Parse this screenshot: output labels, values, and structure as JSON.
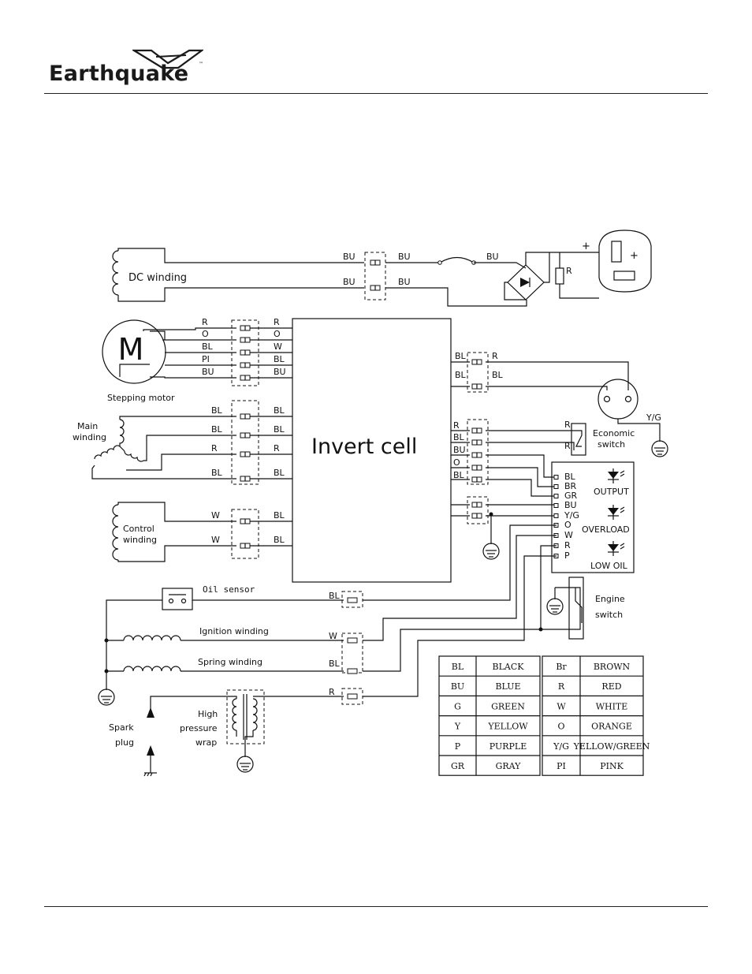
{
  "brand": {
    "name": "Earthquake",
    "tm": "™"
  },
  "components": {
    "dc_winding": "DC winding",
    "stepping_motor": "Stepping motor",
    "motor_letter": "M",
    "main_winding": [
      "Main",
      "winding"
    ],
    "control_winding": [
      "Control",
      "winding"
    ],
    "invert_cell": "Invert   cell",
    "economic_switch": [
      "Economic",
      "switch"
    ],
    "oil_sensor": "Oil sensor",
    "ignition_winding": "Ignition  winding",
    "spring_winding": "Spring  winding",
    "spark_plug": [
      "Spark",
      "plug"
    ],
    "high_pressure_wrap": [
      "High",
      "pressure",
      "wrap"
    ],
    "engine_switch": [
      "Engine",
      "switch"
    ],
    "output": "OUTPUT",
    "overload": "OVERLOAD",
    "low_oil": "LOW OIL",
    "resistor": "R",
    "yg": "Y/G",
    "plus": "+",
    "minus_plus": "+"
  },
  "wires": {
    "dc_top": [
      "BU",
      "BU",
      "BU"
    ],
    "dc_bottom": [
      "BU",
      "BU"
    ],
    "motor_left": [
      "R",
      "O",
      "BL",
      "PI",
      "BU"
    ],
    "motor_right": [
      "R",
      "O",
      "W",
      "BL",
      "BU"
    ],
    "main_left": [
      "BL",
      "BL",
      "R",
      "BL"
    ],
    "main_right": [
      "BL",
      "BL",
      "R",
      "BL"
    ],
    "control_left": [
      "W",
      "W"
    ],
    "control_right": [
      "BL",
      "BL"
    ],
    "outlet_left": [
      "BL",
      "BL"
    ],
    "outlet_right": [
      "R",
      "BL"
    ],
    "right_group": [
      "R",
      "BL",
      "BU",
      "O",
      "BL"
    ],
    "econ_pins": [
      "R",
      "R"
    ],
    "panel_pins": [
      "BL",
      "BR",
      "GR",
      "BU",
      "Y/G",
      "O",
      "W",
      "R",
      "P"
    ],
    "oil": "BL",
    "ignition": "W",
    "spring": "BL",
    "spark": "R"
  },
  "legend": [
    [
      "BL",
      "BLACK",
      "Br",
      "BROWN"
    ],
    [
      "BU",
      "BLUE",
      "R",
      "RED"
    ],
    [
      "G",
      "GREEN",
      "W",
      "WHITE"
    ],
    [
      "Y",
      "YELLOW",
      "O",
      "ORANGE"
    ],
    [
      "P",
      "PURPLE",
      "Y/G",
      "YELLOW/GREEN"
    ],
    [
      "GR",
      "GRAY",
      "PI",
      "PINK"
    ]
  ]
}
